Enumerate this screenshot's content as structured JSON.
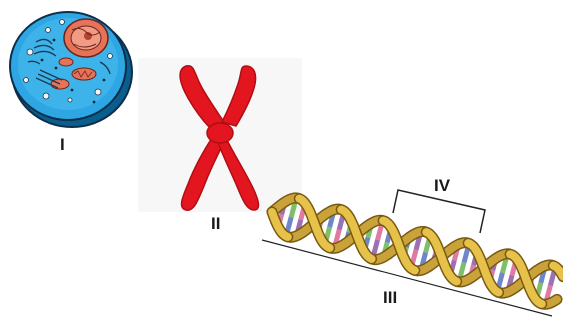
{
  "labels": {
    "cell": "I",
    "chromosome": "II",
    "dna": "III",
    "gene": "IV"
  },
  "colors": {
    "cell_blue": "#29a3df",
    "cell_dark": "#0e5f93",
    "nucleus": "#e8735a",
    "chromosome": "#e5161f",
    "dna_backbone": "#e7c24a",
    "bp_green": "#7fbf6a",
    "bp_pink": "#e07aa3",
    "bp_blue": "#6f86c8",
    "bp_purple": "#9c6fb6"
  }
}
